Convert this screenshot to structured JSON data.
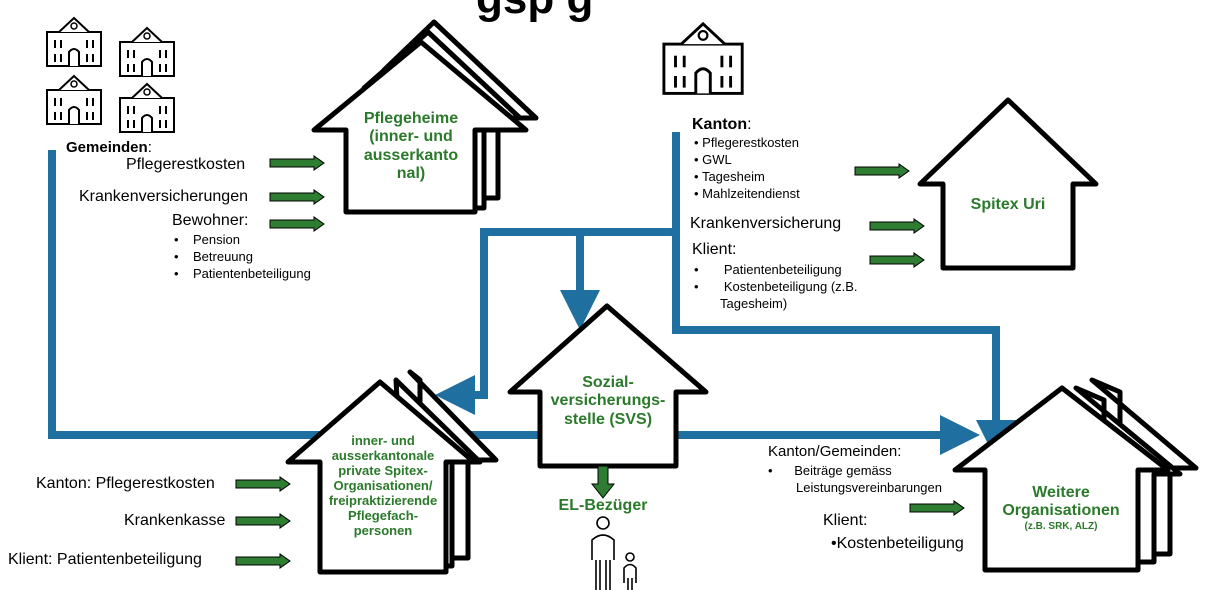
{
  "title_fragment": "gsp g",
  "gemeinden": {
    "heading": "Gemeinden",
    "heading_suffix": ":",
    "lines": [
      "Pflegerestkosten",
      "Krankenversicherungen",
      "Bewohner:"
    ],
    "bullets": [
      "Pension",
      "Betreuung",
      "Patientenbeteiligung"
    ]
  },
  "pflegeheime": {
    "lines": [
      "Pflegeheime",
      "(inner- und",
      "ausserkanto",
      "nal)"
    ]
  },
  "kanton": {
    "heading": "Kanton",
    "heading_suffix": ":",
    "bullets": [
      "Pflegerestkosten",
      "GWL",
      "Tagesheim",
      "Mahlzeitendienst"
    ],
    "krankenversicherung": "Krankenversicherung",
    "klient": "Klient:",
    "klient_bullets": [
      "Patientenbeteiligung",
      "Kostenbeteiligung (z.B.",
      "Tagesheim)"
    ]
  },
  "spitex_uri": {
    "label": "Spitex Uri"
  },
  "svs": {
    "lines": [
      "Sozial-",
      "versicherungs-",
      "stelle (SVS)"
    ]
  },
  "private": {
    "lines": [
      "inner- und",
      "ausserkantonale",
      "private Spitex-",
      "Organisationen/",
      "freipraktizierende",
      "Pflegefach-",
      "personen"
    ],
    "funders": [
      "Kanton: Pflegerestkosten",
      "Krankenkasse",
      "Klient: Patientenbeteiligung"
    ]
  },
  "el": {
    "label": "EL-Bezüger"
  },
  "weitere": {
    "lines": [
      "Weitere",
      "Organisationen"
    ],
    "sub": "(z.B. SRK, ALZ)",
    "kg_heading": "Kanton/Gemeinden:",
    "kg_bullets": [
      "Beiträge gemäss",
      "Leistungsvereinbarungen"
    ],
    "klient": "Klient:",
    "klient_item": "•Kostenbeteiligung"
  },
  "colors": {
    "flow_blue": "#1f6fa0",
    "arrow_green": "#2e7d32",
    "label_green": "#2b7a2b"
  }
}
